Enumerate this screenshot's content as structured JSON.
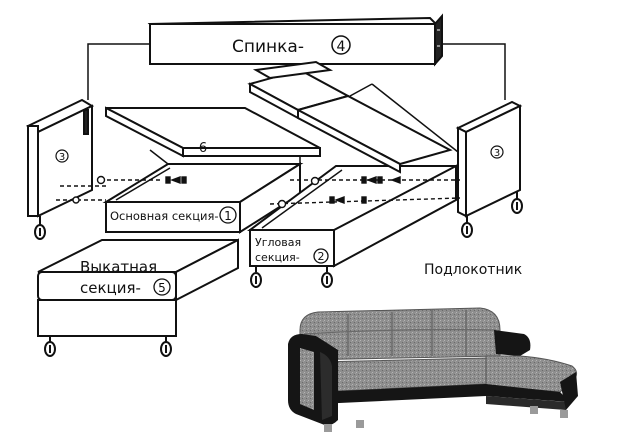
{
  "labels": {
    "back": "Спинка-",
    "back_num": "4",
    "armrest_num": "3",
    "seat_num": "6",
    "main_section": "Основная секция-",
    "main_num": "1",
    "corner_section_line1": "Угловая",
    "corner_section_line2": "секция-",
    "corner_num": "2",
    "rollout_line1": "Выкатная",
    "rollout_line2": "секция-",
    "rollout_num": "5",
    "armrest": "Подлокотник"
  },
  "colors": {
    "line": "#111111",
    "fabric": "#8c8c8c",
    "fabric_dark": "#6e6e6e",
    "leather": "#151515"
  }
}
